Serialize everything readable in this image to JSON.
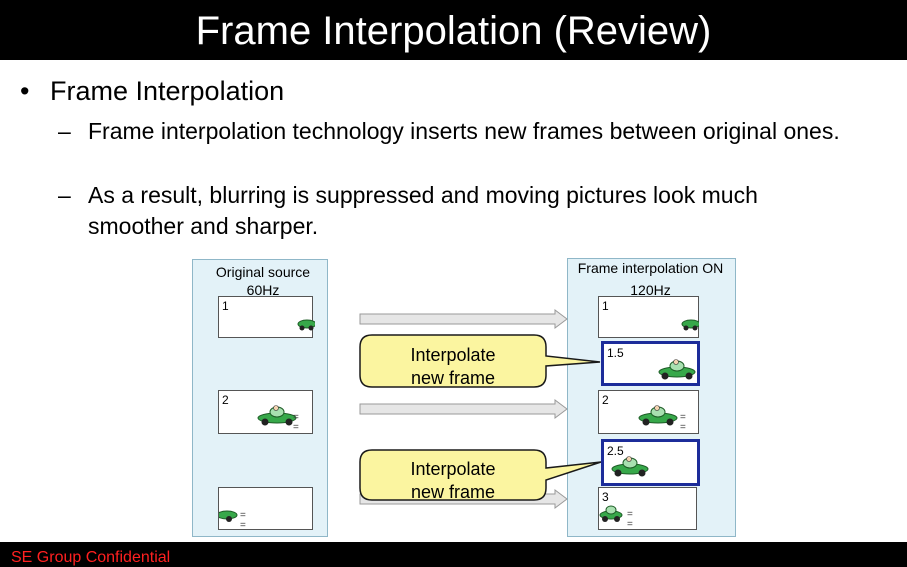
{
  "slide": {
    "title": "Frame Interpolation (Review)",
    "bullet": "Frame Interpolation",
    "sub_points": [
      {
        "dash": "–",
        "text": "Frame interpolation technology inserts new frames between original ones."
      },
      {
        "dash": "–",
        "text": "As a result, blurring is suppressed and moving pictures look much smoother and sharper."
      }
    ]
  },
  "diagram": {
    "original_panel": {
      "title_line1": "Original source",
      "title_line2": "60Hz",
      "frames": [
        {
          "label": "1"
        },
        {
          "label": "2"
        },
        {
          "label": ""
        }
      ]
    },
    "interpolated_panel": {
      "title_line1": "Frame interpolation ON",
      "title_line2": "120Hz",
      "frames": [
        {
          "label": "1"
        },
        {
          "label": "1.5"
        },
        {
          "label": "2"
        },
        {
          "label": "2.5"
        },
        {
          "label": "3"
        }
      ]
    },
    "callouts": [
      {
        "line1": "Interpolate",
        "line2": "new frame"
      },
      {
        "line1": "Interpolate",
        "line2": "new frame"
      }
    ],
    "motion_mark": "=",
    "colors": {
      "panel_fill": "#e3f2f8",
      "callout_fill": "#fbf5a0",
      "arrow_fill": "#e6e6e6",
      "interp_border": "#1c2c9a",
      "car_body": "#37a84a"
    }
  },
  "footer": {
    "text": "SE Group Confidential"
  }
}
